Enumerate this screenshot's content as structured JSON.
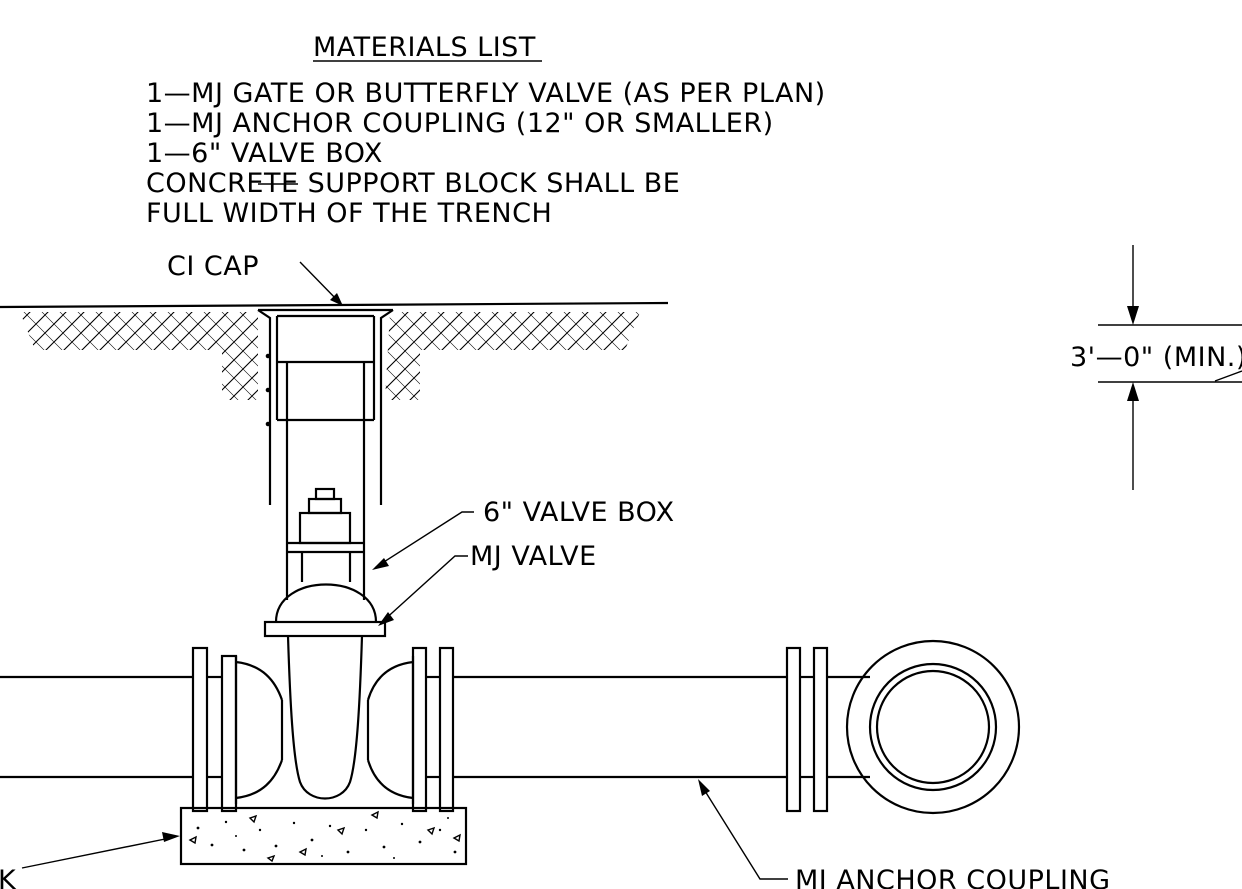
{
  "materials": {
    "title": "MATERIALS LIST",
    "items": [
      "1—MJ GATE OR BUTTERFLY VALVE (AS PER PLAN)",
      "1—MJ ANCHOR COUPLING (12\" OR SMALLER)",
      "1—6\" VALVE BOX",
      "CONCRETE SUPPORT BLOCK SHALL BE",
      "FULL WIDTH OF THE TRENCH"
    ]
  },
  "labels": {
    "ci_cap": "CI CAP",
    "valve_box": "6\" VALVE BOX",
    "mj_valve": "MJ VALVE",
    "anchor_coupling": "MJ ANCHOR COUPLING",
    "cut_left": "K"
  },
  "dimension": {
    "text": "3'—0\" (MIN.)"
  }
}
